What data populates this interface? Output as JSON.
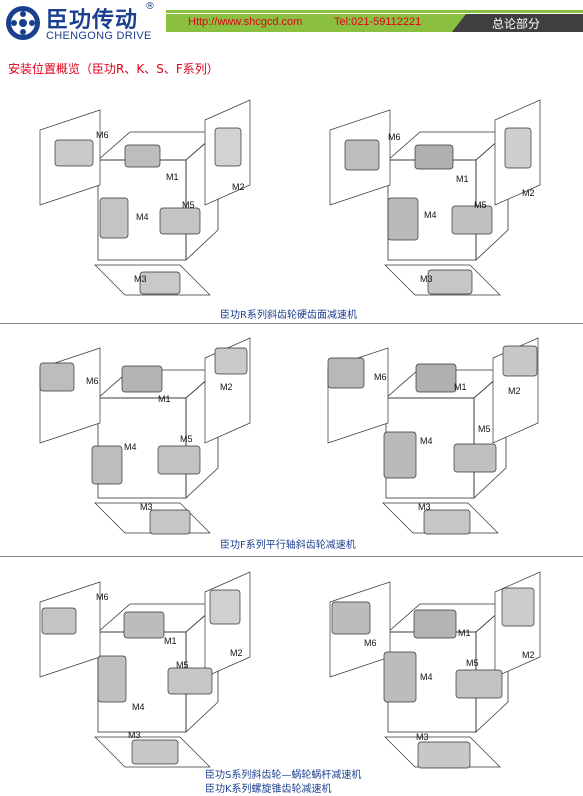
{
  "header": {
    "brand_cn": "臣功传动",
    "brand_reg": "®",
    "brand_en": "CHENGONG DRIVE",
    "url": "Http://www.shcgcd.com",
    "tel": "Tel:021-59112221",
    "section": "总论部分"
  },
  "page_title": "安装位置概览（臣功R、K、S、F系列）",
  "mount_labels": [
    "M1",
    "M2",
    "M3",
    "M4",
    "M5",
    "M6"
  ],
  "panels": [
    {
      "caption": "臣功R系列斜齿轮硬齿面减速机"
    },
    {
      "caption": "臣功F系列平行轴斜齿轮减速机"
    },
    {
      "caption_line1": "臣功S系列斜齿轮—蜗轮蜗杆减速机",
      "caption_line2": "臣功K系列螺旋锥齿轮减速机"
    }
  ],
  "colors": {
    "brand_blue": "#1b3f8f",
    "accent_red": "#e0001a",
    "bar_green": "#8bbf3f",
    "bar_dark": "#3f3f3f"
  }
}
